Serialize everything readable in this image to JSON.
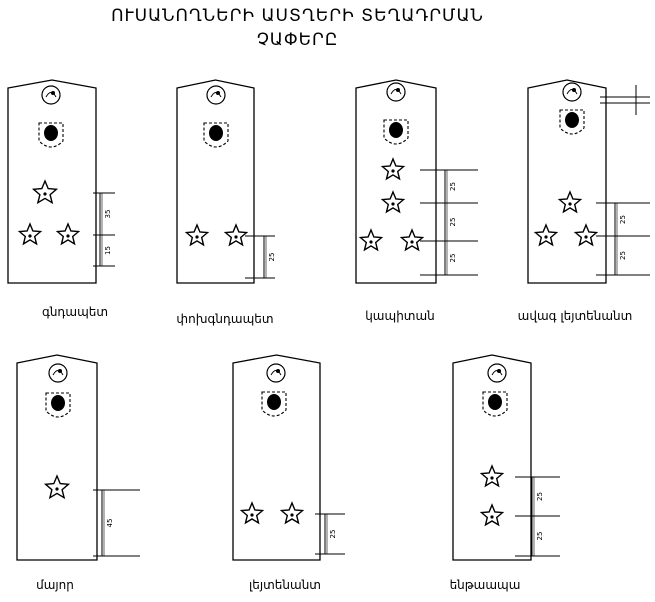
{
  "title": {
    "line1": "ՈՒՍԱՆՈՂՆԵՐԻ ԱՍՏՂԵՐԻ ՏԵՂԱԴՐՄԱՆ",
    "line2": "ՉԱՓԵՐԸ"
  },
  "boards": [
    {
      "caption": "գնդապետ",
      "stars": 3,
      "dims": [
        "15",
        "35"
      ]
    },
    {
      "caption": "փոխգնդապետ",
      "stars": 2,
      "dims": [
        "25"
      ]
    },
    {
      "caption": "կապիտան",
      "stars": 4,
      "dims": [
        "25",
        "25",
        "25"
      ]
    },
    {
      "caption": "ավագ լեյտենանտ",
      "stars": 3,
      "dims": [
        "25",
        "25"
      ]
    },
    {
      "caption": "մայոր",
      "stars": 1,
      "dims": [
        "45"
      ]
    },
    {
      "caption": "լեյտենանտ",
      "stars": 2,
      "dims": [
        "25"
      ]
    },
    {
      "caption": "ենթաապա",
      "stars": 2,
      "dims": [
        "25",
        "25"
      ]
    }
  ],
  "icons": {
    "emblem": "emblem-icon",
    "star": "star-icon"
  }
}
